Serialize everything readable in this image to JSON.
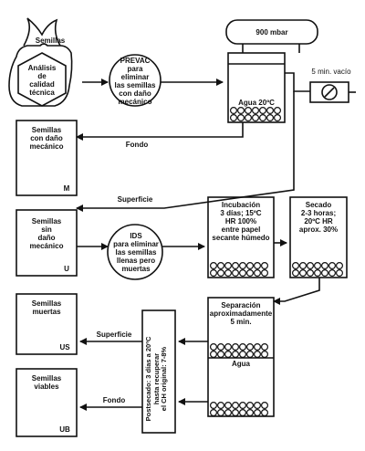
{
  "nodes": {
    "bag_title": "Semillas",
    "analysis": [
      "Análisis",
      "de",
      "calidad",
      "técnica"
    ],
    "prevac": [
      "PREVAC",
      "para",
      "eliminar",
      "las semillas",
      "con daño",
      "mecánico"
    ],
    "pressure": "900 mbar",
    "vacuum_time": "5 min. vacío",
    "water_temp": "Agua 20ºC",
    "box_m_label": [
      "Semillas",
      "con daño",
      "mecánico"
    ],
    "box_m_code": "M",
    "box_u_label": [
      "Semillas",
      "sin",
      "daño mecánico"
    ],
    "box_u_code": "U",
    "ids": [
      "IDS",
      "para eliminar",
      "las semillas",
      "llenas pero",
      "muertas"
    ],
    "incubation": [
      "Incubación",
      "3 días; 15ºC",
      "HR 100%",
      "entre papel",
      "secante húmedo"
    ],
    "drying": [
      "Secado",
      "2-3 horas;",
      "20ºC HR",
      "aprox. 30%"
    ],
    "separation": [
      "Separación",
      "aproximadamente",
      "5 min."
    ],
    "water": "Agua",
    "postdrying": [
      "Postsecado: 3 días a 20ºC",
      "hasta recuperar",
      "el CH original: 7-8%"
    ],
    "box_us_label": [
      "Semillas",
      "muertas"
    ],
    "box_us_code": "US",
    "box_ub_label": [
      "Semillas",
      "viables"
    ],
    "box_ub_code": "UB"
  },
  "arrows": {
    "fondo_1": "Fondo",
    "superficie_1": "Superficie",
    "superficie_2": "Superficie",
    "fondo_2": "Fondo"
  }
}
